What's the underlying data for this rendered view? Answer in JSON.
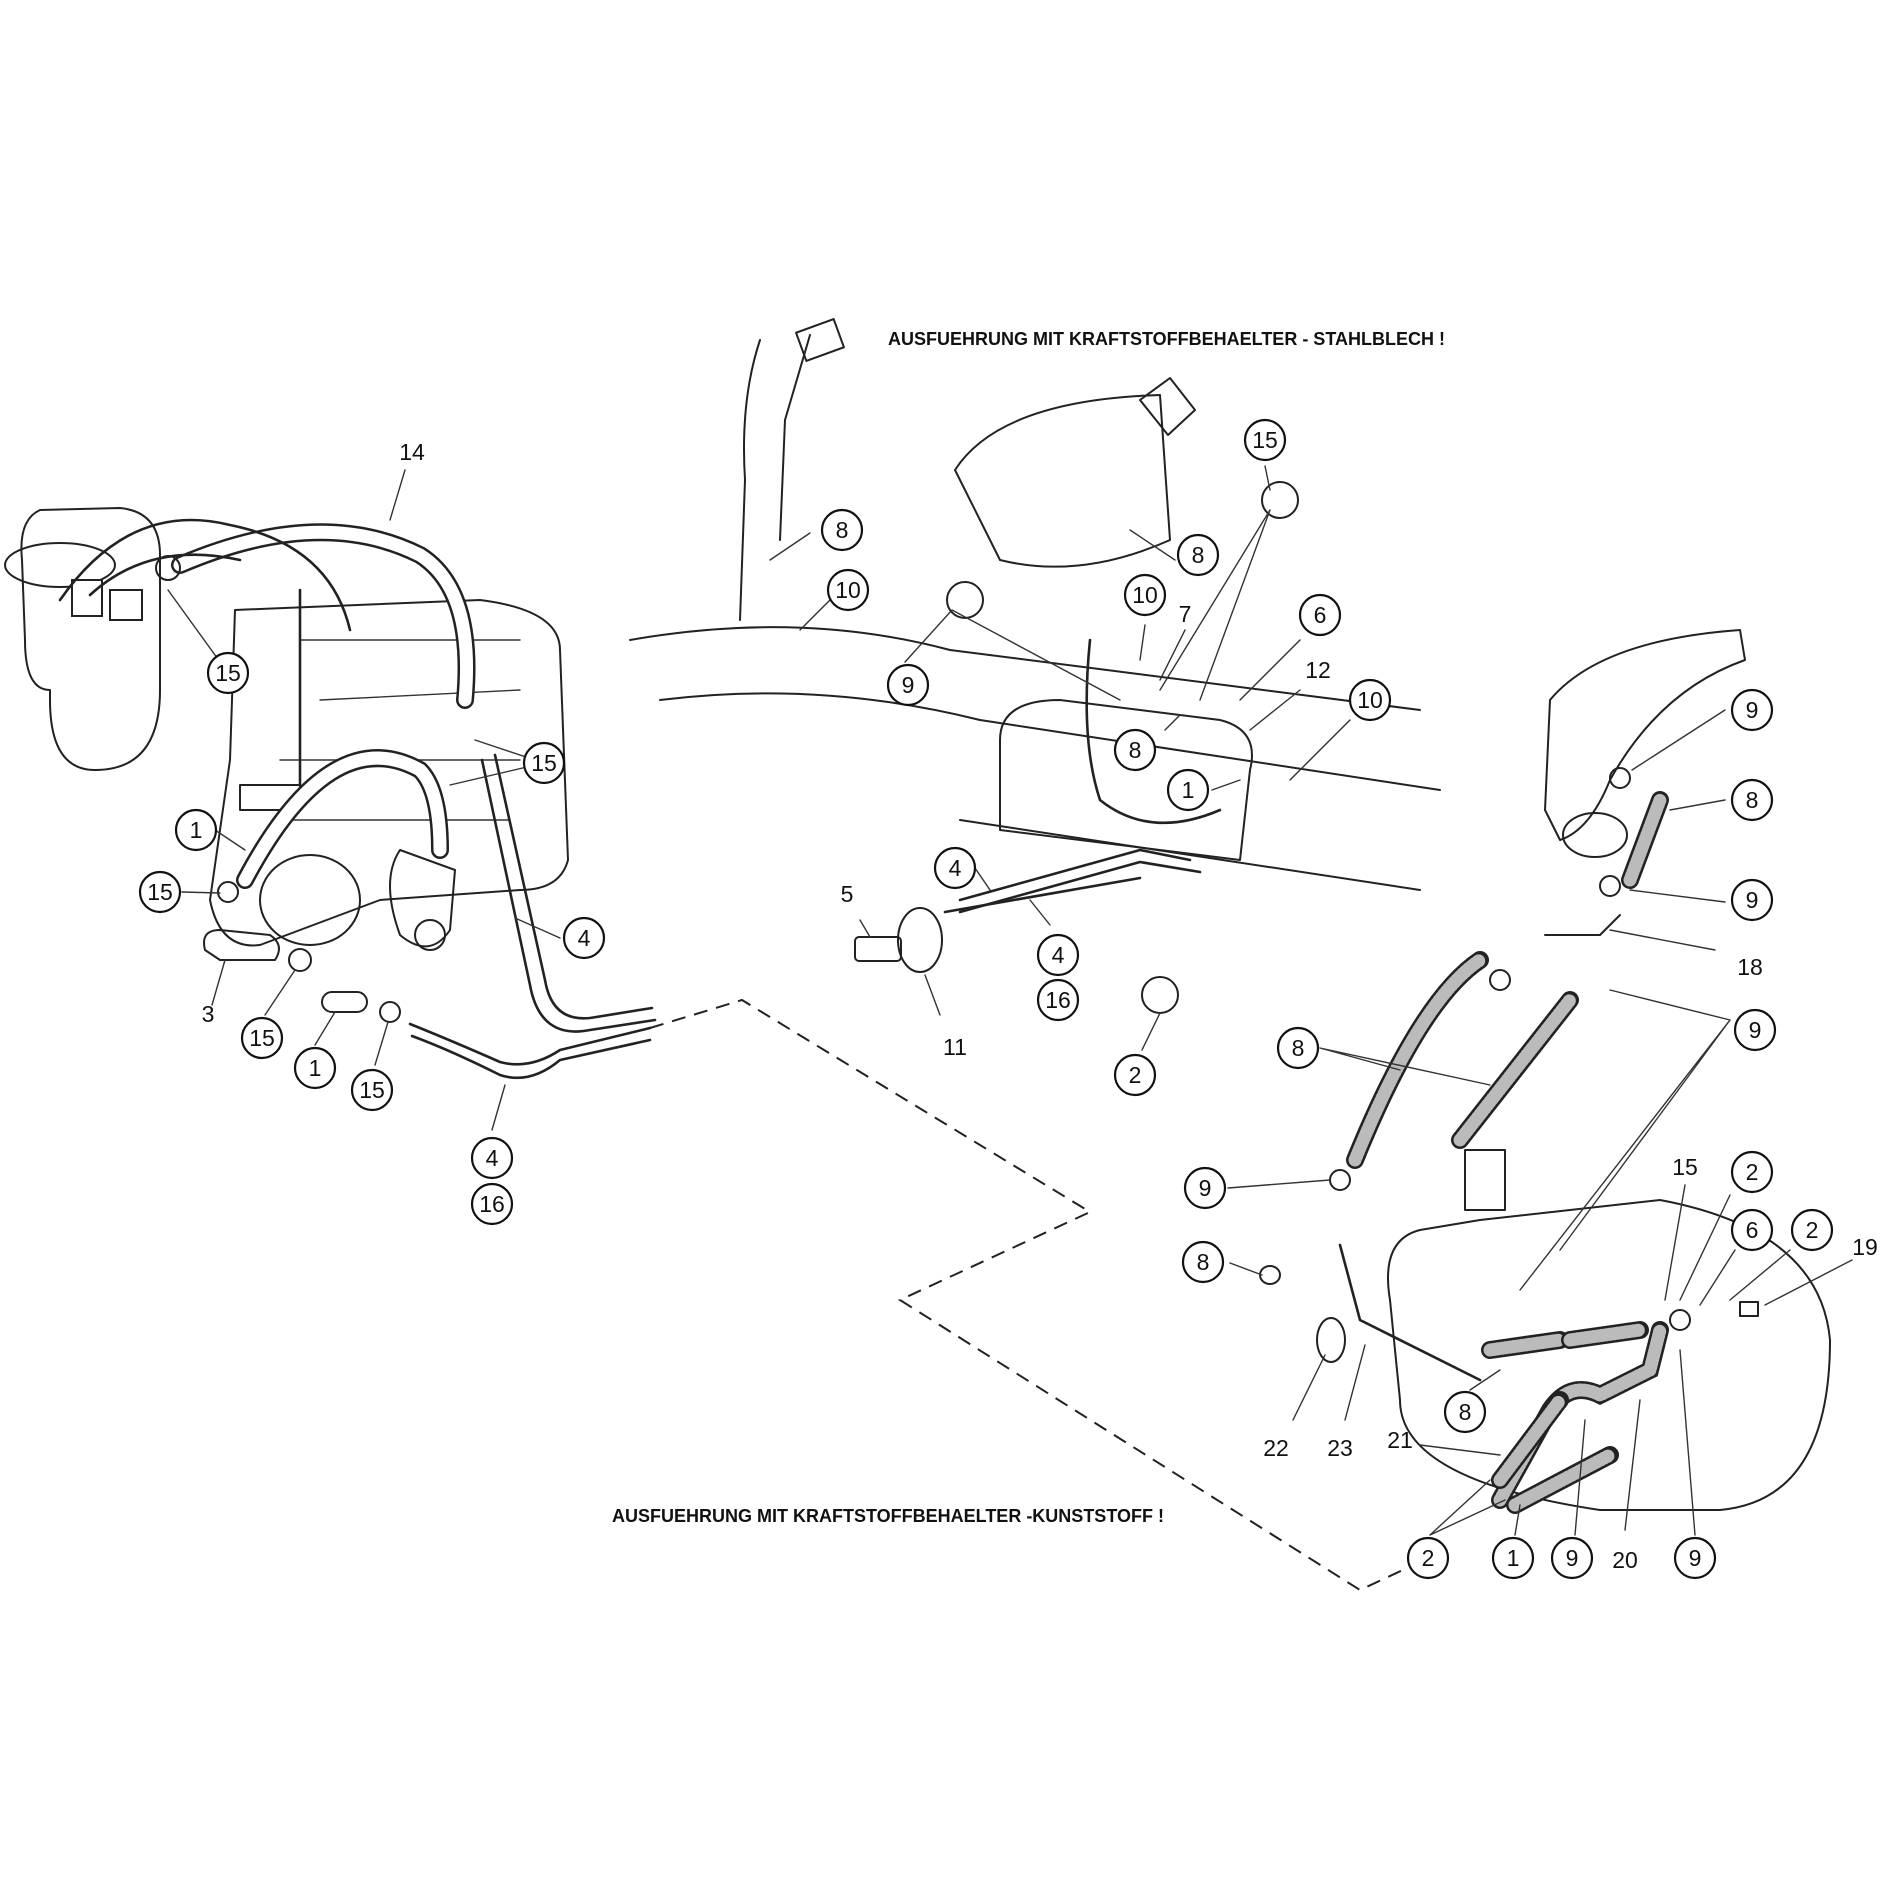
{
  "titles": {
    "steel_version": "AUSFUEHRUNG MIT KRAFTSTOFFBEHAELTER - STAHLBLECH !",
    "plastic_version": "AUSFUEHRUNG MIT KRAFTSTOFFBEHAELTER -KUNSTSTOFF !"
  },
  "callouts": {
    "c14": "14",
    "c15_a": "15",
    "c15_b": "15",
    "c1_a": "1",
    "c15_c": "15",
    "c3": "3",
    "c15_d": "15",
    "c1_b": "1",
    "c15_e": "15",
    "c4_a": "4",
    "c4_b": "4",
    "c16_a": "16",
    "c8_a": "8",
    "c10_a": "10",
    "c9_a": "9",
    "c8_b": "8",
    "c15_f": "15",
    "c10_b": "10",
    "c7": "7",
    "c6_a": "6",
    "c12": "12",
    "c10_c": "10",
    "c8_c": "8",
    "c1_c": "1",
    "c5": "5",
    "c11": "11",
    "c4_c": "4",
    "c4_d": "4",
    "c16_b": "16",
    "c2_a": "2",
    "c9_b": "9",
    "c8_d": "8",
    "c9_c": "9",
    "c18": "18",
    "c9_d": "9",
    "c8_e": "8",
    "c9_e": "9",
    "c8_f": "8",
    "c15_g": "15",
    "c2_b": "2",
    "c6_b": "6",
    "c2_c": "2",
    "c19": "19",
    "c8_g": "8",
    "c22": "22",
    "c23": "23",
    "c21": "21",
    "c2_d": "2",
    "c1_d": "1",
    "c9_f": "9",
    "c20": "20",
    "c9_g": "9"
  }
}
